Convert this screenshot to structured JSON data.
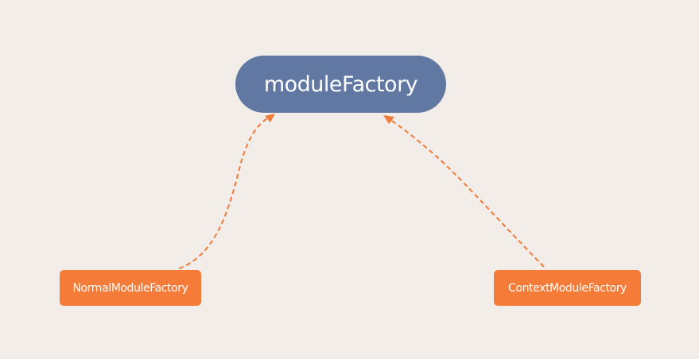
{
  "diagram": {
    "root": {
      "label": "moduleFactory"
    },
    "children": [
      {
        "label": "NormalModuleFactory"
      },
      {
        "label": "ContextModuleFactory"
      }
    ],
    "colors": {
      "background": "#f2ede8",
      "root_fill": "#6178a3",
      "child_fill": "#f57b38",
      "edge": "#f07a3a",
      "text": "#ffffff"
    },
    "edges": [
      {
        "from": "NormalModuleFactory",
        "to": "moduleFactory",
        "style": "dashed-arrow"
      },
      {
        "from": "ContextModuleFactory",
        "to": "moduleFactory",
        "style": "dashed-arrow"
      }
    ]
  }
}
